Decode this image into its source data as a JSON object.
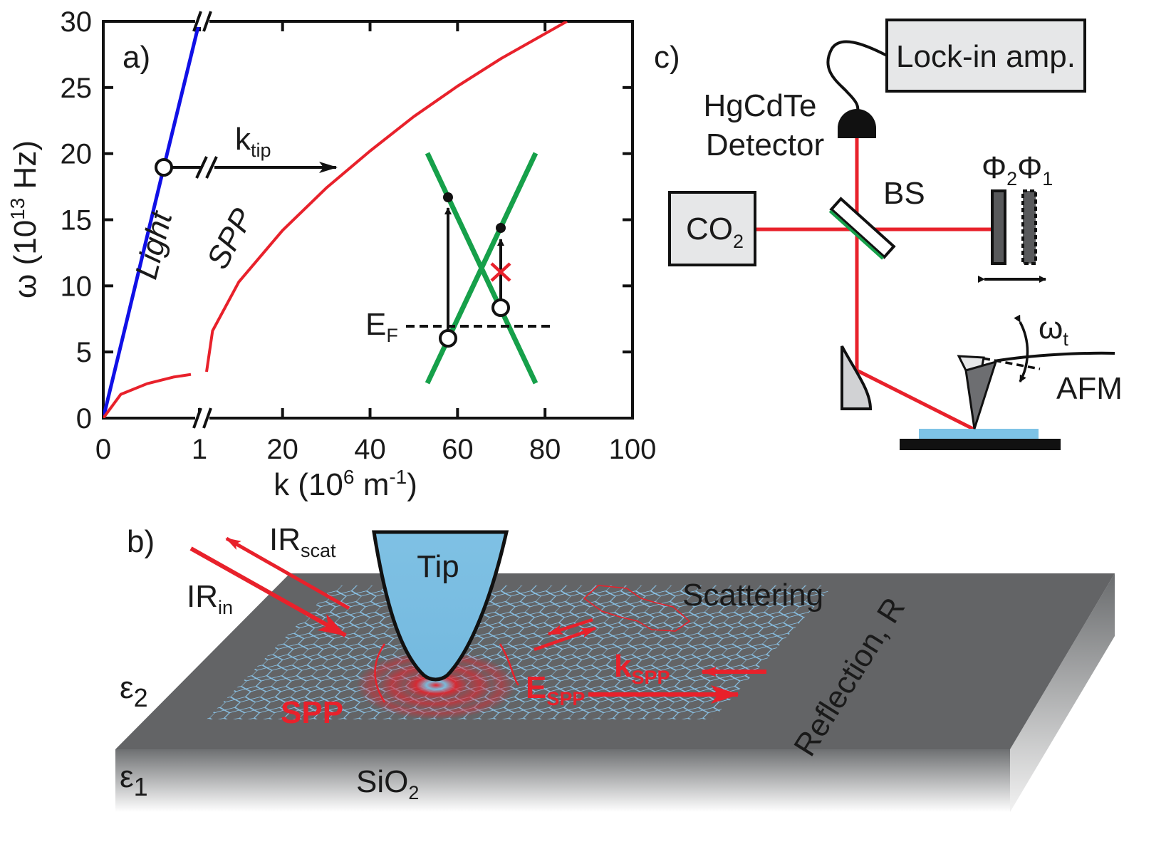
{
  "panel_a": {
    "label": "a)",
    "y_label_main": "ω (10",
    "y_label_exp": "13",
    "y_label_unit": " Hz)",
    "x_label_main": "k (10",
    "x_label_exp": "6",
    "x_label_mid": " m",
    "x_label_exp2": "-1",
    "x_label_end": ")",
    "y_ticks": [
      "0",
      "5",
      "10",
      "15",
      "20",
      "25",
      "30"
    ],
    "x_ticks": [
      "0",
      "1",
      "20",
      "40",
      "60",
      "80",
      "100"
    ],
    "light_label": "Light",
    "spp_label": "SPP",
    "ktip_main": "k",
    "ktip_sub": "tip",
    "ef_main": "E",
    "ef_sub": "F",
    "colors": {
      "light": "#1010e6",
      "spp": "#e8212b",
      "bands": "#16a04a"
    }
  },
  "chart_data": {
    "type": "line",
    "xlabel": "k (10^6 m^-1)",
    "ylabel": "ω (10^13 Hz)",
    "ylim": [
      0,
      30
    ],
    "x_ticks": [
      0,
      1,
      20,
      40,
      60,
      80,
      100
    ],
    "broken_x_axis": true,
    "series": [
      {
        "name": "Light",
        "x": [
          0,
          0.63,
          1.0
        ],
        "y": [
          0,
          19,
          30
        ]
      },
      {
        "name": "SPP",
        "x": [
          0,
          0.2,
          0.5,
          0.8,
          1.0
        ],
        "y": [
          0,
          1.8,
          2.6,
          3.1,
          3.3
        ]
      },
      {
        "name": "SPP",
        "x": [
          1,
          4,
          10,
          20,
          30,
          40,
          50,
          60,
          70,
          85
        ],
        "y": [
          3.5,
          6.6,
          10.3,
          14.2,
          17.4,
          20.2,
          22.8,
          25.1,
          27.2,
          30
        ]
      }
    ]
  },
  "panel_b": {
    "label": "b)",
    "tip": "Tip",
    "ir_in_main": "IR",
    "ir_in_sub": "in",
    "ir_scat_main": "IR",
    "ir_scat_sub": "scat",
    "scattering": "Scattering",
    "reflection": "Reflection, R",
    "spp": "SPP",
    "k_spp_main": "k",
    "k_spp_sub": "SPP",
    "e_spp_main": "E",
    "e_spp_sub": "SPP",
    "eps2_main": "ε",
    "eps2_sub": "2",
    "eps1_main": "ε",
    "eps1_sub": "1",
    "sio2_main": "SiO",
    "sio2_sub": "2"
  },
  "panel_c": {
    "label": "c)",
    "lockin": "Lock-in amp.",
    "detector_line1": "HgCdTe",
    "detector_line2": "Detector",
    "bs": "BS",
    "phi_main1": "Φ",
    "phi_sub1": "2",
    "phi_main2": "Φ",
    "phi_sub2": "1",
    "co2_main": "CO",
    "co2_sub": "2",
    "omega_main": "ω",
    "omega_sub": "t",
    "afm": "AFM"
  }
}
